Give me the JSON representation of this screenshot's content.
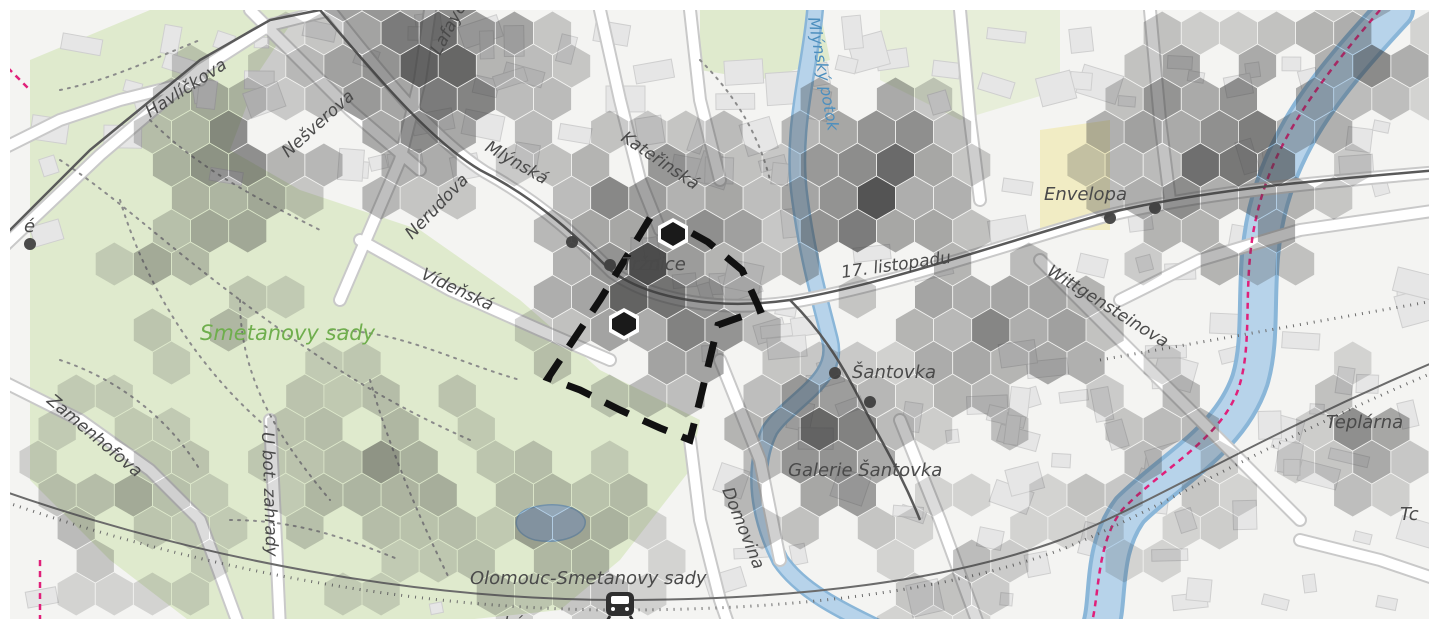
{
  "map": {
    "colors": {
      "background": "#f4f4f2",
      "park": "#dfeacd",
      "water": "#b7d3ea",
      "water_outline": "#8ab6d8",
      "road": "#ffffff",
      "road_outline": "#c9c9c9",
      "rail": "#6b6b6b",
      "boundary": "#e0207a",
      "building": "#e6e6e6",
      "hex": "#3c3c3c",
      "marker": "#1a1a1a",
      "dashed_zone": "#111111",
      "park_label": "#6fae4d",
      "water_label": "#4d8fbe"
    },
    "labels": {
      "havlickova": "Havlíčkova",
      "lafayet": "Lafayet",
      "nesverova": "Nešverova",
      "mlynska": "Mlýnská",
      "katerinska": "Kateřinská",
      "nerudova": "Nerudova",
      "videnska": "Vídeňská",
      "trznice": "Tržnice",
      "smetanovy_sady": "Smetanovy sady",
      "mlynsky_potok": "Mlýnský potok",
      "envelopa": "Envelopa",
      "listopadu": "17. listopadu",
      "wittgensteinova": "Wittgensteinova",
      "santovka": "Šantovka",
      "galerie_santovka": "Galerie Šantovka",
      "teplarna": "Teplárna",
      "zamenhofova": "Zamenhofova",
      "u_bot_zahrady": "U bot. zahrady",
      "domovina": "Domovina",
      "station": "Olomouc-Smetanovy sady",
      "edge_right": "Tc",
      "edge_left": "é",
      "bottom_street": "pská"
    },
    "icons": {
      "station": "train-icon",
      "markers": [
        "hexagon-marker-icon",
        "hexagon-marker-icon"
      ]
    }
  }
}
